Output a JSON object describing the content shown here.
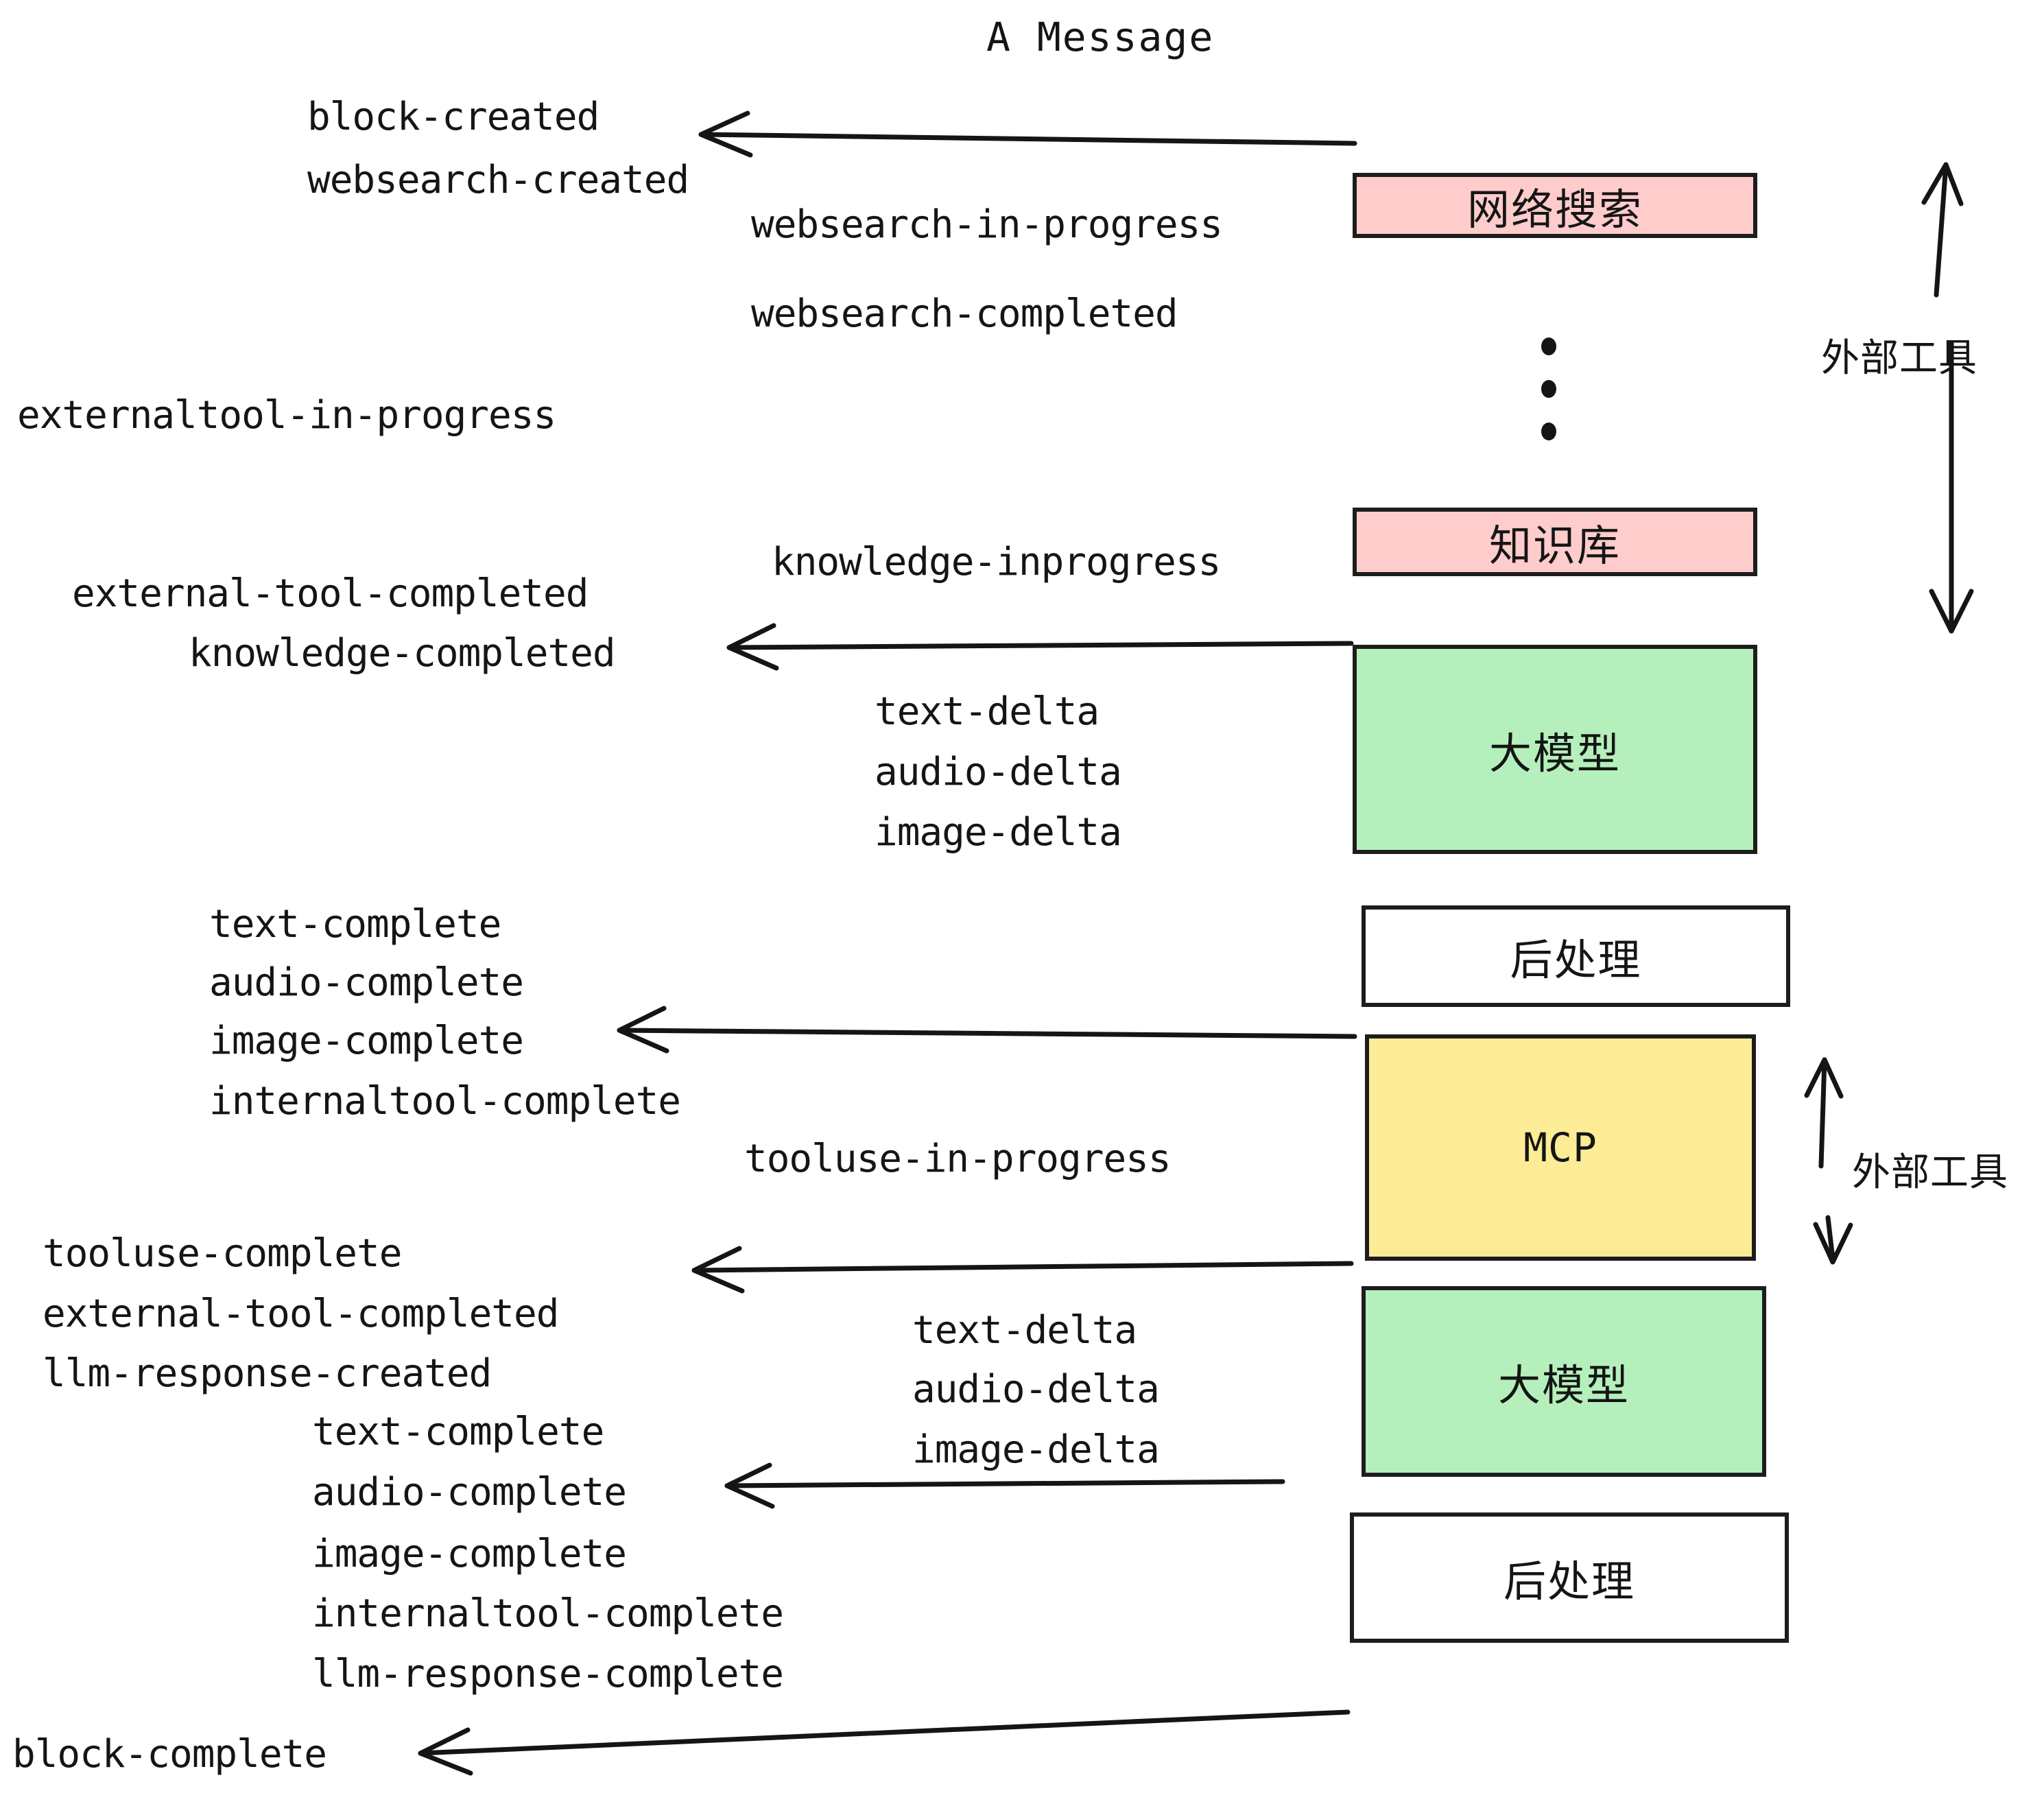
{
  "title": "A Message",
  "boxes": [
    {
      "key": "websearch",
      "label": "网络搜索",
      "color": "#FFCCCC"
    },
    {
      "key": "knowledge",
      "label": "知识库",
      "color": "#FFCCCC"
    },
    {
      "key": "llm_upper",
      "label": "大模型",
      "color": "#B5F0BC"
    },
    {
      "key": "postprocess_upper",
      "label": "后处理",
      "color": "#FFFFFF"
    },
    {
      "key": "mcp",
      "label": "MCP",
      "color": "#FCEC95"
    },
    {
      "key": "llm_lower",
      "label": "大模型",
      "color": "#B5F0BC"
    },
    {
      "key": "postprocess_lower",
      "label": "后处理",
      "color": "#FFFFFF"
    }
  ],
  "group_labels": {
    "external_tools_top": "外部工具",
    "external_tools_mcp": "外部工具"
  },
  "events": {
    "block_created": "block-created",
    "websearch_created": "websearch-created",
    "websearch_in_progress": "websearch-in-progress",
    "websearch_completed": "websearch-completed",
    "externaltool_in_progress": "externaltool-in-progress",
    "knowledge_inprogress": "knowledge-inprogress",
    "external_tool_completed_1": "external-tool-completed",
    "knowledge_completed": "knowledge-completed",
    "text_delta_1": "text-delta",
    "audio_delta_1": "audio-delta",
    "image_delta_1": "image-delta",
    "text_complete_1": "text-complete",
    "audio_complete_1": "audio-complete",
    "image_complete_1": "image-complete",
    "internaltool_complete_1": "internaltool-complete",
    "tooluse_in_progress": "tooluse-in-progress",
    "tooluse_complete": "tooluse-complete",
    "external_tool_completed_2": "external-tool-completed",
    "llm_response_created": "llm-response-created",
    "text_delta_2": "text-delta",
    "audio_delta_2": "audio-delta",
    "image_delta_2": "image-delta",
    "text_complete_2": "text-complete",
    "audio_complete_2": "audio-complete",
    "image_complete_2": "image-complete",
    "internaltool_complete_2": "internaltool-complete",
    "llm_response_complete": "llm-response-complete",
    "block_complete": "block-complete"
  },
  "colors": {
    "ink": "#151515",
    "pink": "#FFCCCC",
    "green": "#B5F0BC",
    "yellow": "#FCEC95",
    "white": "#FFFFFF"
  },
  "ellipsis": "vertical-ellipsis"
}
